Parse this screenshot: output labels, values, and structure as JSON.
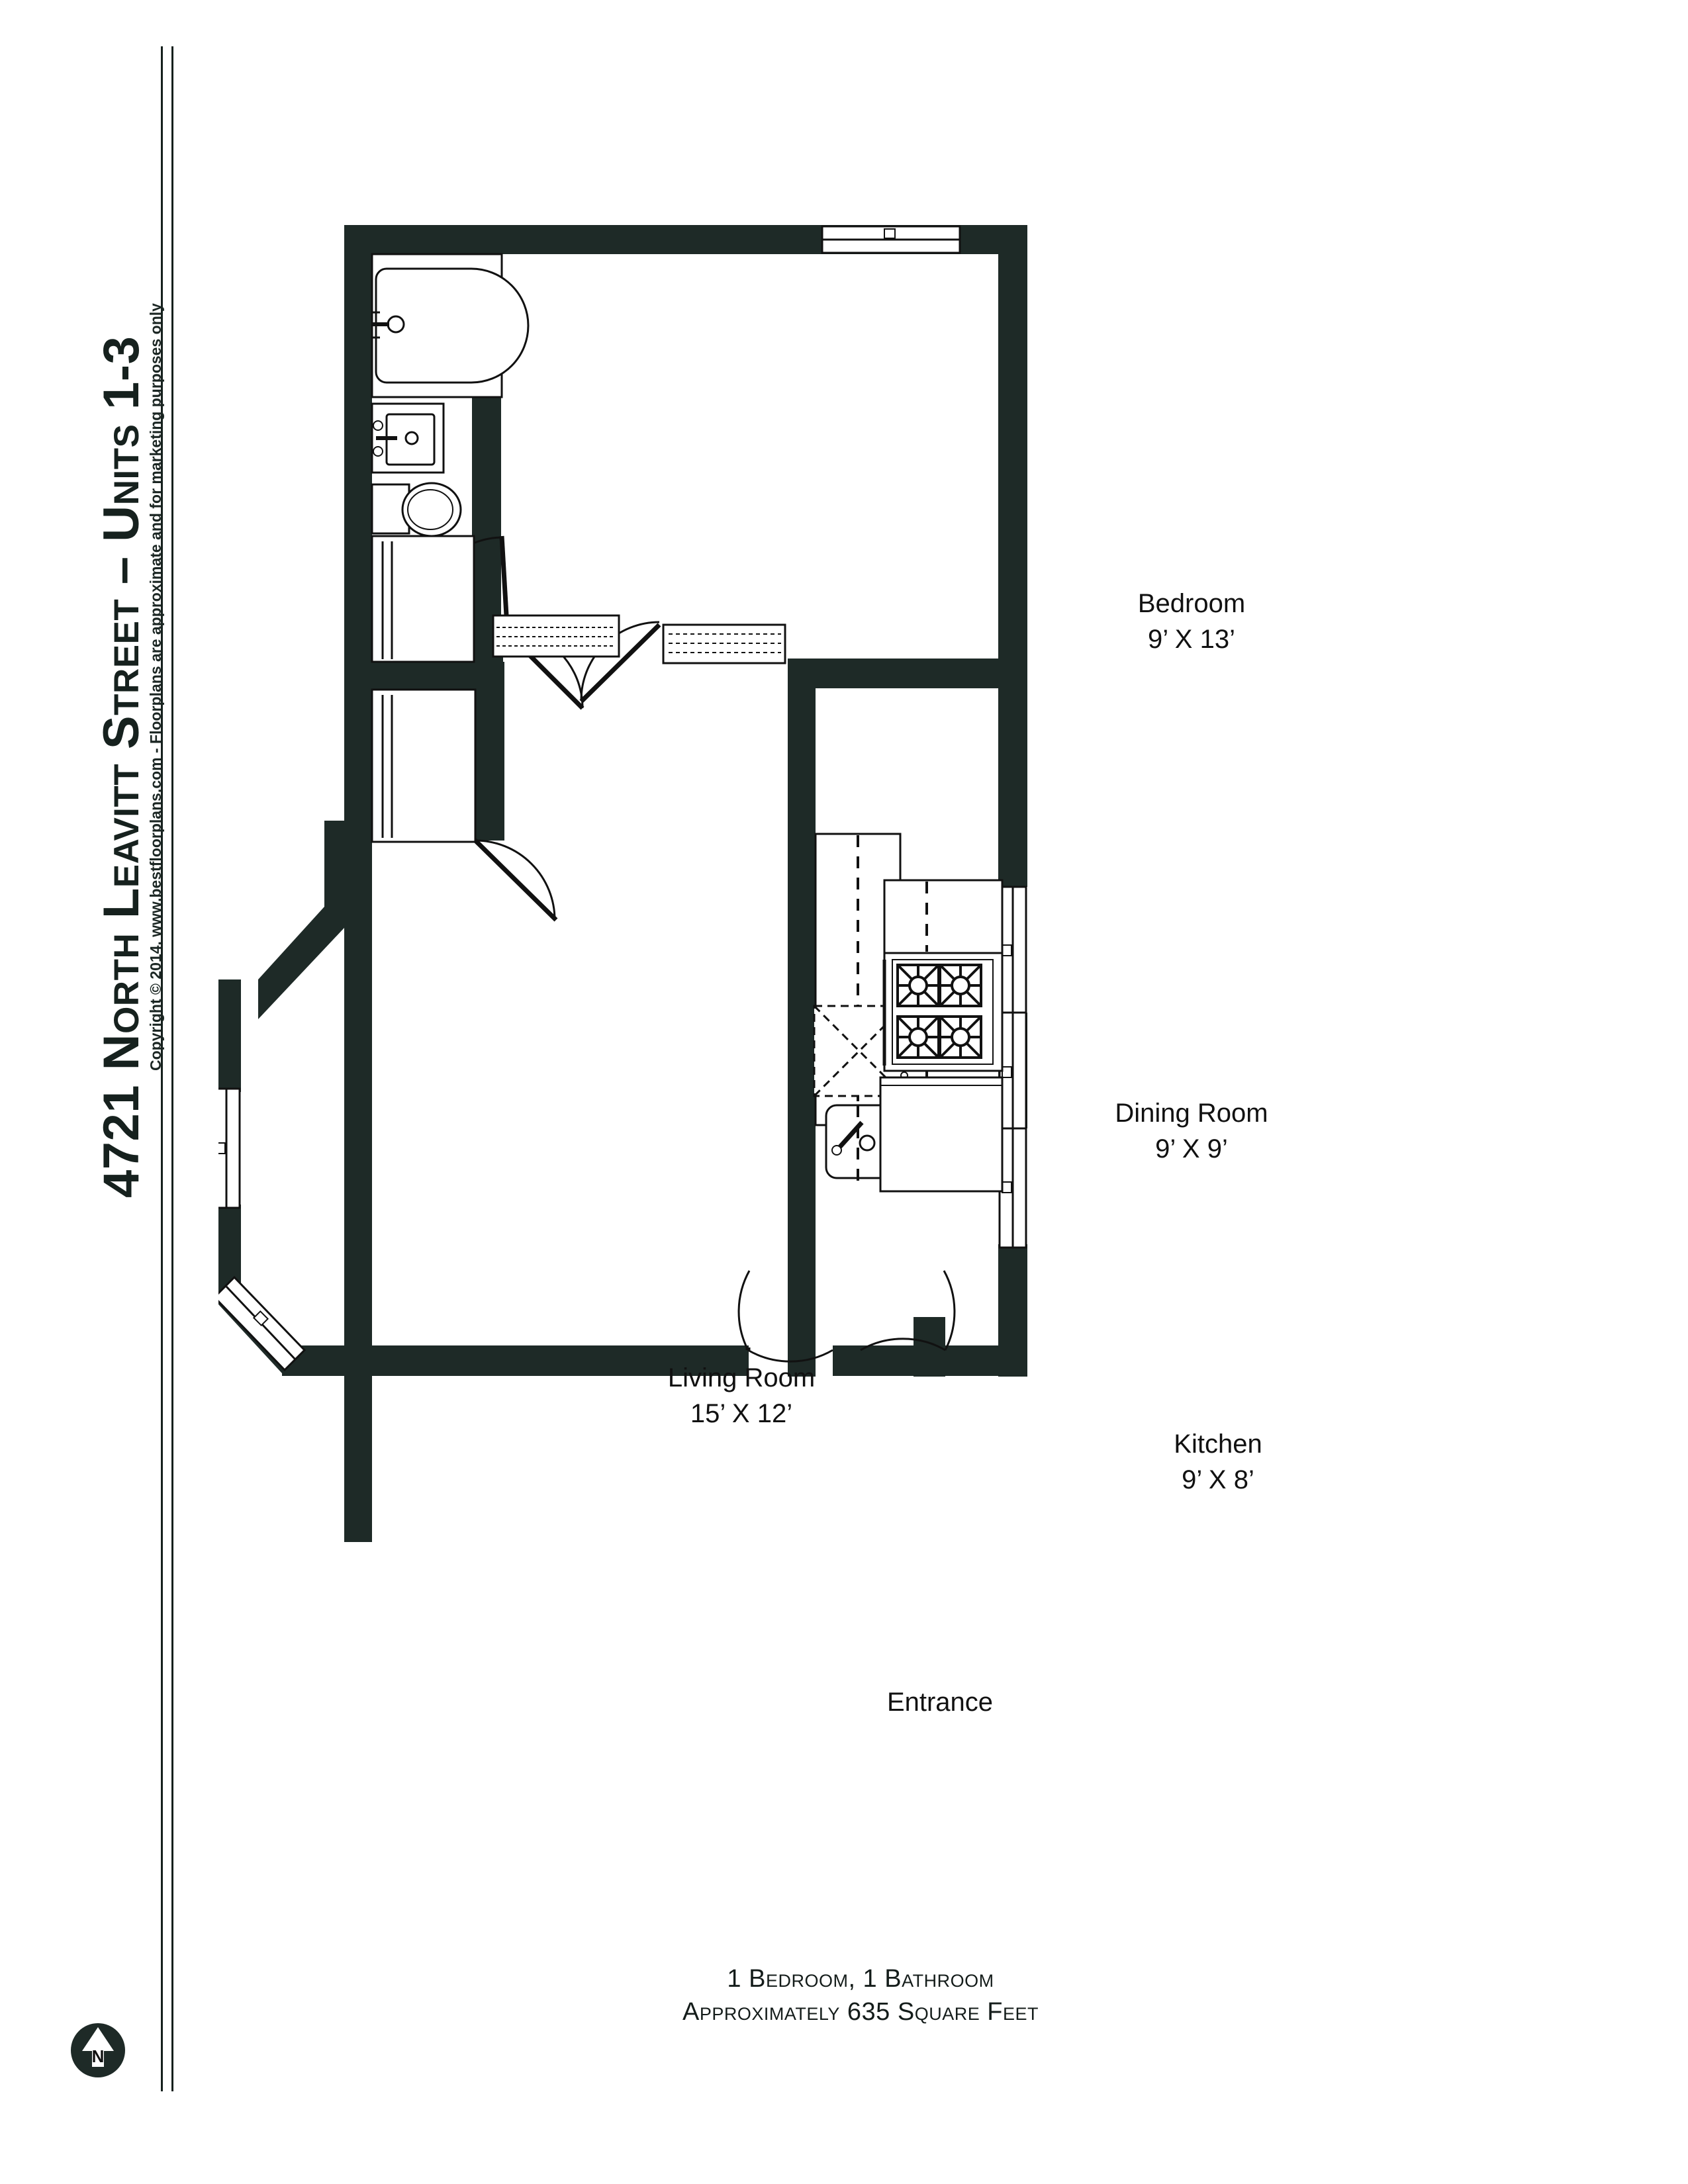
{
  "document": {
    "title": "4721 North Leavitt Street – Units 1-3",
    "copyright": "Copyright © 2014. www.bestfloorplans.com - Floorplans are approximate and for marketing purposes only"
  },
  "compass": {
    "label": "N",
    "icon": "north-arrow-icon"
  },
  "footer": {
    "line1": "1 Bedroom, 1 Bathroom",
    "line2": "Approximately 635 Square Feet"
  },
  "rooms": [
    {
      "id": "bedroom",
      "name": "Bedroom",
      "dimensions": "9’ X 13’"
    },
    {
      "id": "dining",
      "name": "Dining Room",
      "dimensions": "9’ X 9’"
    },
    {
      "id": "living",
      "name": "Living Room",
      "dimensions": "15’ X 12’"
    },
    {
      "id": "kitchen",
      "name": "Kitchen",
      "dimensions": "9’ X 8’"
    }
  ],
  "annotations": {
    "entrance": "Entrance"
  },
  "fixtures": [
    {
      "name": "bathtub-icon",
      "room": "bathroom"
    },
    {
      "name": "bathroom-sink-icon",
      "room": "bathroom"
    },
    {
      "name": "toilet-icon",
      "room": "bathroom"
    },
    {
      "name": "kitchen-sink-icon",
      "room": "kitchen"
    },
    {
      "name": "stove-range-icon",
      "room": "kitchen"
    },
    {
      "name": "refrigerator-icon",
      "room": "kitchen"
    },
    {
      "name": "dishwasher-icon",
      "room": "kitchen"
    },
    {
      "name": "radiator-icon",
      "room": "hall"
    },
    {
      "name": "closet-icon",
      "room": "hall"
    }
  ],
  "colors": {
    "wall_fill": "#1e2a27",
    "paper": "#ffffff",
    "ink": "#111111"
  }
}
